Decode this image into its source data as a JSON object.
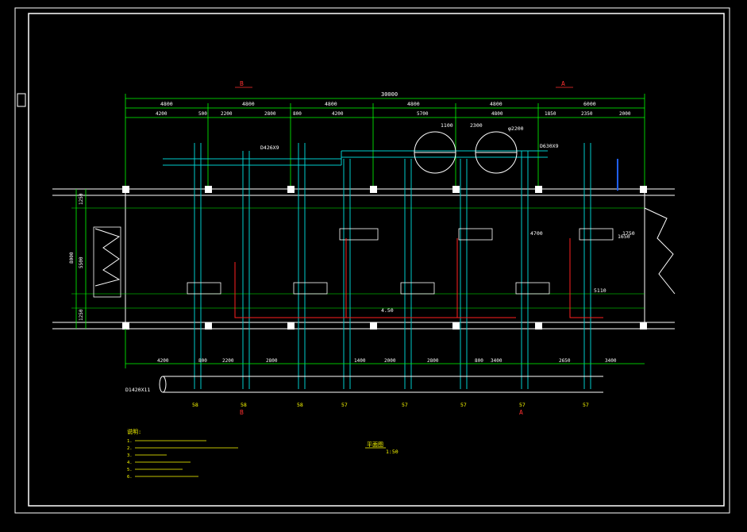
{
  "drawing": {
    "total_dim": "30000",
    "grid_axis_top_left": "B",
    "grid_axis_top_right": "A",
    "grid_axis_bottom_mid": "B",
    "grid_axis_bottom_right": "A",
    "bay_dims_top": [
      "4800",
      "4800",
      "4800",
      "4800",
      "4800",
      "6000"
    ],
    "sub_dims_top": [
      "4200",
      "500",
      "2200",
      "2800",
      "800",
      "4200",
      "5700",
      "4800",
      "1850",
      "2350",
      "2000"
    ],
    "pipe_size_main": "D426X9",
    "pipe_size_right": "D630X9",
    "pipe_size_bottom": "D1420X11",
    "vert_dims_left": [
      "1250",
      "5500",
      "8000",
      "1250"
    ],
    "elev_label": "4.50",
    "bottom_dims": [
      "4200",
      "800",
      "2200",
      "2800",
      "1400",
      "2000",
      "2800",
      "800",
      "3400",
      "2650",
      "3400"
    ],
    "bottom_codes": [
      "58",
      "58",
      "58",
      "57",
      "57",
      "57",
      "57",
      "57"
    ],
    "circle_dims": [
      "1100",
      "2300",
      "φ2200"
    ],
    "right_dims": [
      "1650",
      "1750",
      "5110",
      "4700"
    ],
    "notes_title": "说明:",
    "notes": [
      "1.",
      "2.",
      "3.",
      "4.",
      "5.",
      "6."
    ],
    "plan_title": "平面图",
    "plan_scale": "1:50"
  },
  "colors": {
    "frame": "#ffffff",
    "dim": "#00ff00",
    "pipe": "#00cccc",
    "wall": "#ffffff",
    "text": "#ffff00",
    "red": "#ff2020",
    "blue": "#2060ff"
  }
}
